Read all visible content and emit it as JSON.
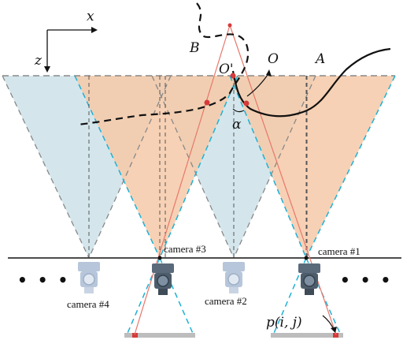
{
  "axes": {
    "x_label": "x",
    "z_label": "z"
  },
  "curve_labels": {
    "curve_b": "B",
    "curve_a": "A"
  },
  "points": {
    "o_prime": "O'",
    "o": "O",
    "alpha": "α"
  },
  "cameras": [
    {
      "id": "cam1",
      "label": "camera #1",
      "active": true
    },
    {
      "id": "cam2",
      "label": "camera #2",
      "active": false
    },
    {
      "id": "cam3",
      "label": "camera #3",
      "active": true
    },
    {
      "id": "cam4",
      "label": "camera #4",
      "active": false
    }
  ],
  "pixel_label": "p(i, j)",
  "ellipsis": "• • •",
  "colors": {
    "fov_active": "#f6c9a8",
    "fov_inactive": "#cfe3ea",
    "fov_edge_dashed": "#1fb1d6",
    "ray": "#e8776a",
    "marker": "#d63a3a",
    "camera_active": "#5a6a7a",
    "camera_inactive": "#b7c6da"
  }
}
